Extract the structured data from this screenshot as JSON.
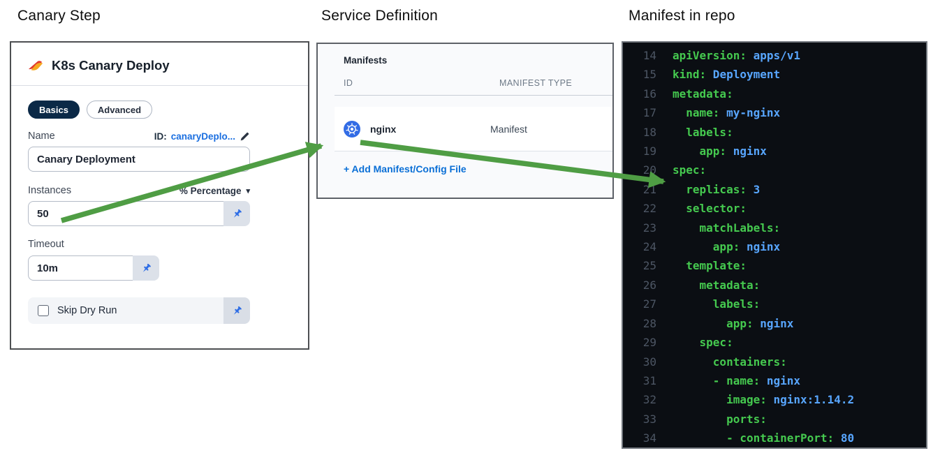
{
  "headings": {
    "canary_step": "Canary Step",
    "service_definition": "Service Definition",
    "manifest_in_repo": "Manifest in repo"
  },
  "canary_panel": {
    "title": "K8s Canary Deploy",
    "tabs": [
      {
        "label": "Basics",
        "active": true
      },
      {
        "label": "Advanced",
        "active": false
      }
    ],
    "name_label": "Name",
    "id_label": "ID:",
    "id_value": "canaryDeplo...",
    "name_value": "Canary Deployment",
    "instances_label": "Instances",
    "instances_unit": "% Percentage",
    "instances_value": "50",
    "timeout_label": "Timeout",
    "timeout_value": "10m",
    "skip_dry_run_label": "Skip Dry Run",
    "skip_dry_run_checked": false
  },
  "manifests_panel": {
    "title": "Manifests",
    "columns": [
      "ID",
      "MANIFEST TYPE"
    ],
    "rows": [
      {
        "id": "nginx",
        "type": "Manifest"
      }
    ],
    "add_link": "+ Add Manifest/Config File"
  },
  "code_panel": {
    "lines": [
      {
        "n": 14,
        "segs": [
          [
            "k",
            "apiVersion:"
          ],
          [
            "v",
            " apps/v1"
          ]
        ]
      },
      {
        "n": 15,
        "segs": [
          [
            "k",
            "kind:"
          ],
          [
            "v",
            " Deployment"
          ]
        ]
      },
      {
        "n": 16,
        "segs": [
          [
            "k",
            "metadata:"
          ]
        ]
      },
      {
        "n": 17,
        "segs": [
          [
            "p",
            "  "
          ],
          [
            "k",
            "name:"
          ],
          [
            "v",
            " my-nginx"
          ]
        ]
      },
      {
        "n": 18,
        "segs": [
          [
            "p",
            "  "
          ],
          [
            "k",
            "labels:"
          ]
        ]
      },
      {
        "n": 19,
        "segs": [
          [
            "p",
            "    "
          ],
          [
            "k",
            "app:"
          ],
          [
            "v",
            " nginx"
          ]
        ]
      },
      {
        "n": 20,
        "segs": [
          [
            "k",
            "spec:"
          ]
        ]
      },
      {
        "n": 21,
        "segs": [
          [
            "p",
            "  "
          ],
          [
            "k",
            "replicas:"
          ],
          [
            "v",
            " 3"
          ]
        ]
      },
      {
        "n": 22,
        "segs": [
          [
            "p",
            "  "
          ],
          [
            "k",
            "selector:"
          ]
        ]
      },
      {
        "n": 23,
        "segs": [
          [
            "p",
            "    "
          ],
          [
            "k",
            "matchLabels:"
          ]
        ]
      },
      {
        "n": 24,
        "segs": [
          [
            "p",
            "      "
          ],
          [
            "k",
            "app:"
          ],
          [
            "v",
            " nginx"
          ]
        ]
      },
      {
        "n": 25,
        "segs": [
          [
            "p",
            "  "
          ],
          [
            "k",
            "template:"
          ]
        ]
      },
      {
        "n": 26,
        "segs": [
          [
            "p",
            "    "
          ],
          [
            "k",
            "metadata:"
          ]
        ]
      },
      {
        "n": 27,
        "segs": [
          [
            "p",
            "      "
          ],
          [
            "k",
            "labels:"
          ]
        ]
      },
      {
        "n": 28,
        "segs": [
          [
            "p",
            "        "
          ],
          [
            "k",
            "app:"
          ],
          [
            "v",
            " nginx"
          ]
        ]
      },
      {
        "n": 29,
        "segs": [
          [
            "p",
            "    "
          ],
          [
            "k",
            "spec:"
          ]
        ]
      },
      {
        "n": 30,
        "segs": [
          [
            "p",
            "      "
          ],
          [
            "k",
            "containers:"
          ]
        ]
      },
      {
        "n": 31,
        "segs": [
          [
            "p",
            "      "
          ],
          [
            "k",
            "- name:"
          ],
          [
            "v",
            " nginx"
          ]
        ]
      },
      {
        "n": 32,
        "segs": [
          [
            "p",
            "        "
          ],
          [
            "k",
            "image:"
          ],
          [
            "v",
            " nginx:1.14.2"
          ]
        ]
      },
      {
        "n": 33,
        "segs": [
          [
            "p",
            "        "
          ],
          [
            "k",
            "ports:"
          ]
        ]
      },
      {
        "n": 34,
        "segs": [
          [
            "p",
            "        "
          ],
          [
            "k",
            "- containerPort:"
          ],
          [
            "v",
            " 80"
          ]
        ]
      }
    ]
  },
  "icons": {
    "dropdown_caret": "▾"
  },
  "colors": {
    "arrow_green": "#4f9d44",
    "pill_navy": "#0b2947",
    "link_blue": "#1b6fe0",
    "add_link_blue": "#0a6fd6",
    "k8s_blue": "#326ce5",
    "pin_blue": "#2e6de5",
    "code_bg": "#0b0e13",
    "code_key_green": "#45c94f",
    "code_value_blue": "#58a6ff"
  }
}
